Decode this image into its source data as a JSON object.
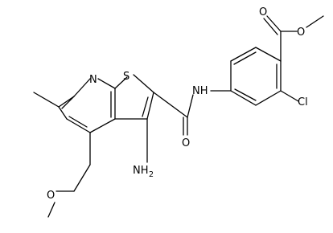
{
  "molecule": {
    "atoms": {
      "N": "N",
      "S": "S",
      "NH": "NH",
      "O_amide": "O",
      "N_amino": "NH",
      "amino_sub": "2",
      "Cl": "Cl",
      "O_ester_carbonyl": "O",
      "O_ester_single": "O",
      "O_ether": "O"
    }
  }
}
